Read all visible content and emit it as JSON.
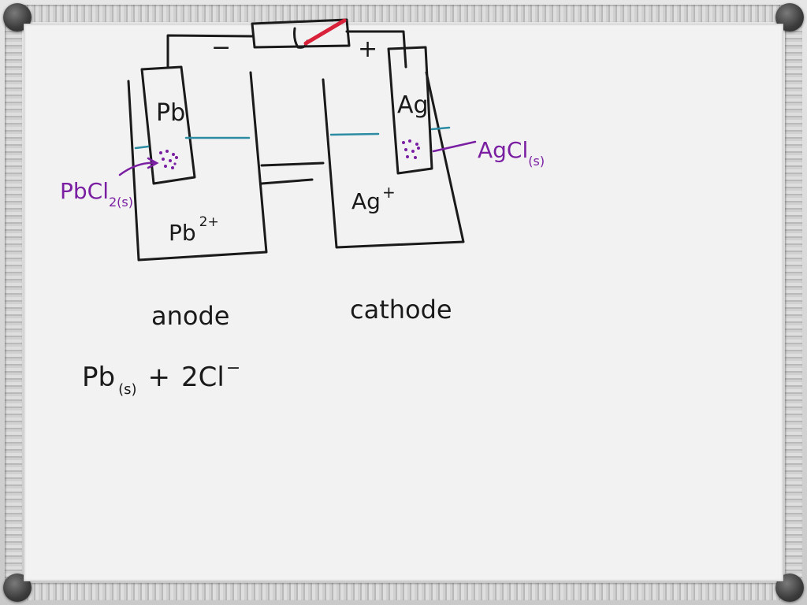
{
  "colors": {
    "ink": "#1a1a1a",
    "purple": "#7a1fa2",
    "teal": "#2b8ca3",
    "red": "#d9213a",
    "board": "#f2f2f2"
  },
  "cell": {
    "minus_sign": "−",
    "plus_sign": "+",
    "left_electrode": "Pb",
    "right_electrode": "Ag",
    "left_solution_ion": "Pb",
    "left_solution_charge": "2+",
    "right_solution_ion": "Ag",
    "right_solution_charge": "+",
    "left_precipitate": "PbCl",
    "left_precipitate_sub": "2(s)",
    "right_precipitate": "AgCl",
    "right_precipitate_sub": "(s)"
  },
  "labels": {
    "anode": "anode",
    "cathode": "cathode"
  },
  "equation": {
    "species1": "Pb",
    "species1_sub": "(s)",
    "operator": "+",
    "species2": "2Cl",
    "species2_charge": "−"
  }
}
